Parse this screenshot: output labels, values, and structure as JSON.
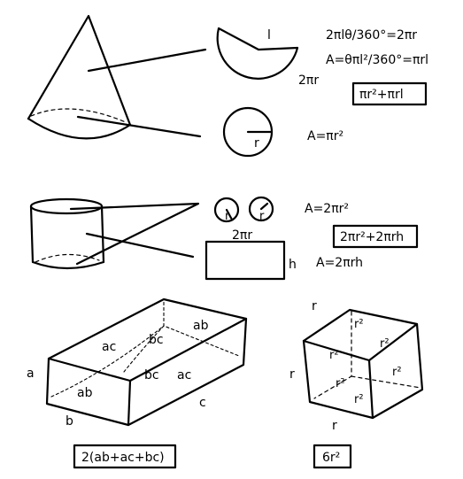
{
  "cone": {
    "sector_slant_label": "l",
    "sector_arc_label": "2πr",
    "circle_radius_label": "r",
    "formula_arc": "2πlθ/360°=2πr",
    "formula_sector_area": "A=θπl²/360°=πrl",
    "formula_base_area": "A=πr²",
    "total_area": "πr²+πrl"
  },
  "cylinder": {
    "circle1_radius_label": "r",
    "circle2_radius_label": "r",
    "rect_width_label": "2πr",
    "rect_height_label": "h",
    "formula_circles": "A=2πr²",
    "formula_rect": "A=2πrh",
    "total_area": "2πr²+2πrh"
  },
  "cuboid": {
    "edge_a": "a",
    "edge_b": "b",
    "edge_c": "c",
    "face_ab_top": "ab",
    "face_ac_top": "ac",
    "face_bc_hidden": "bc",
    "face_ab_front": "ab",
    "face_bc_front": "bc",
    "face_ac_side": "ac",
    "total_area": "2(ab+ac+bc)"
  },
  "cube": {
    "edge_top": "r",
    "edge_left": "r",
    "edge_bottom": "r",
    "face_top": "r²",
    "face_right_top": "r²",
    "face_left": "r²",
    "face_back": "r²",
    "face_front": "r²",
    "face_right": "r²",
    "total_area": "6r²"
  }
}
